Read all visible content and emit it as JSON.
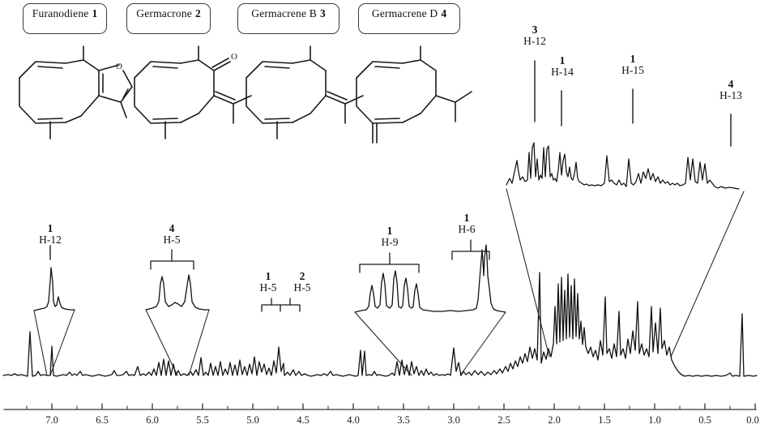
{
  "figure": {
    "kind": "1H NMR spectrum with expansions and compound structures",
    "axis_label": "",
    "colors": {
      "trace": "#101010",
      "box_border": "#3c3c3c",
      "axis": "#555555"
    }
  },
  "compounds": [
    {
      "name": "Furanodiene",
      "number": "1",
      "structure": "furanodiene-skeleton"
    },
    {
      "name": "Germacrone",
      "number": "2",
      "structure": "germacrone-skeleton"
    },
    {
      "name": "Germacrene  B",
      "number": "3",
      "structure": "germacrene-b-skeleton"
    },
    {
      "name": "Germacrene  D",
      "number": "4",
      "structure": "germacrene-d-skeleton"
    }
  ],
  "inset_top": {
    "annotations": [
      {
        "num": "3",
        "hyd": "H-12"
      },
      {
        "num": "1",
        "hyd": "H-14"
      },
      {
        "num": "1",
        "hyd": "H-15"
      },
      {
        "num": "4",
        "hyd": "H-13"
      }
    ]
  },
  "main_annotations": [
    {
      "num": "1",
      "hyd": "H-12"
    },
    {
      "num": "4",
      "hyd": "H-5"
    },
    {
      "num": "1",
      "hyd": "H-5"
    },
    {
      "num": "2",
      "hyd": "H-5"
    },
    {
      "num": "1",
      "hyd": "H-9"
    },
    {
      "num": "1",
      "hyd": "H-6"
    }
  ],
  "chart_data": {
    "type": "line",
    "title": "",
    "xlabel": "",
    "ylabel": "",
    "xlim": [
      7.45,
      -0.12
    ],
    "grid": false,
    "legend": null,
    "axis_ticks_major": [
      "7.0",
      "6.5",
      "6.0",
      "5.5",
      "5.0",
      "4.5",
      "4.0",
      "3.5",
      "3.0",
      "2.5",
      "2.0",
      "1.5",
      "1.0",
      "0.5",
      "0.0"
    ],
    "axis_tick_values": [
      7.0,
      6.5,
      6.0,
      5.5,
      5.0,
      4.5,
      4.0,
      3.5,
      3.0,
      2.5,
      2.0,
      1.5,
      1.0,
      0.5,
      0.0
    ],
    "axis_minor_step": 0.25,
    "series": [
      {
        "name": "main 1H NMR trace",
        "peaks_ppm": [
          7.27,
          7.08,
          6.55,
          6.4,
          5.93,
          5.72,
          5.55,
          5.1,
          4.95,
          4.82,
          4.75,
          4.68,
          4.6,
          4.52,
          4.4,
          4.3,
          4.18,
          4.05,
          3.95,
          3.85,
          3.72,
          3.62,
          3.52,
          3.45,
          3.35,
          3.05,
          2.9,
          2.84,
          2.7,
          2.55,
          2.4,
          2.3,
          2.22,
          2.12,
          2.05,
          1.98,
          1.92,
          1.85,
          1.78,
          1.72,
          1.66,
          1.6,
          1.55,
          1.48,
          1.42,
          1.35,
          1.28,
          1.2,
          1.12,
          1.05,
          0.98,
          0.9,
          0.82,
          0.22,
          0.05,
          0.0
        ],
        "intensities": [
          0.78,
          0.3,
          0.05,
          0.04,
          0.05,
          0.06,
          0.05,
          0.1,
          0.05,
          0.14,
          0.18,
          0.22,
          0.16,
          0.12,
          0.05,
          0.06,
          0.05,
          0.05,
          0.1,
          0.12,
          0.15,
          0.22,
          0.14,
          0.12,
          0.18,
          0.2,
          0.3,
          0.28,
          0.18,
          0.12,
          0.22,
          0.3,
          0.55,
          0.92,
          0.4,
          0.86,
          0.9,
          0.7,
          0.88,
          0.5,
          0.3,
          0.62,
          0.48,
          0.35,
          0.42,
          0.28,
          0.55,
          0.52,
          0.2,
          0.12,
          0.1,
          0.08,
          0.06,
          0.08,
          0.1,
          0.72
        ]
      }
    ],
    "expansions": [
      {
        "label_num": "1",
        "label_hyd": "H-12",
        "source_ppm_range": [
          7.12,
          7.02
        ],
        "multiplet": "broad singlet + shoulder"
      },
      {
        "label_num": "4",
        "label_hyd": "H-5",
        "source_ppm_range": [
          4.85,
          4.7
        ],
        "multiplet": "two broad doublets"
      },
      {
        "label_num": "1",
        "label_hyd": "H-9",
        "source_ppm_range": [
          3.78,
          3.35
        ],
        "multiplet": "multiplet, 5 lines"
      },
      {
        "label_num": "1",
        "label_hyd": "H-6",
        "source_ppm_range": [
          2.95,
          2.8
        ],
        "multiplet": "doublet of doublets"
      },
      {
        "label_num": "3",
        "label_hyd": "H-12",
        "source_ppm_range": [
          2.3,
          0.0
        ],
        "multiplet": "aliphatic expansion"
      }
    ],
    "brackets": [
      {
        "label": "4 H-5",
        "ppm_from": 5.95,
        "ppm_to": 5.52
      },
      {
        "label": "1 H-5 / 2 H-5",
        "ppm_from": 4.84,
        "ppm_to": 4.48
      },
      {
        "label": "1 H-9",
        "ppm_from": 3.88,
        "ppm_to": 3.34
      },
      {
        "label": "1 H-6",
        "ppm_from": 3.02,
        "ppm_to": 2.78
      }
    ]
  }
}
